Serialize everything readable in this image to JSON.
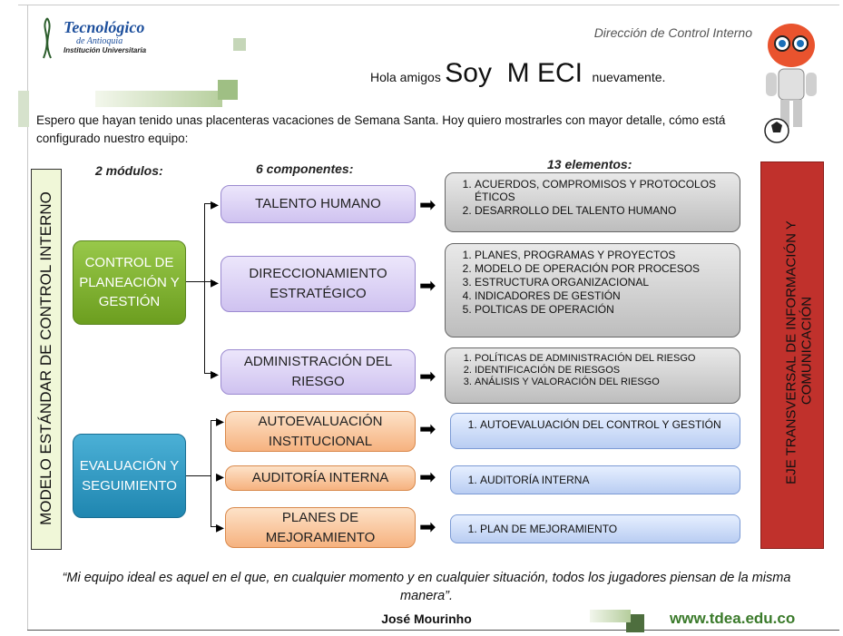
{
  "header": {
    "logo_line1": "Tecnológico",
    "logo_line2": "de Antioquia",
    "logo_line3": "Institución Universitaria",
    "department": "Dirección de Control Interno",
    "greeting_small": "Hola amigos",
    "greeting_big": "Soy  M ECI",
    "greeting_end": "nuevamente."
  },
  "intro": "Espero que hayan tenido unas placenteras vacaciones de Semana Santa. Hoy quiero mostrarles con mayor detalle, cómo está configurado nuestro equipo:",
  "columns": {
    "modules": "2 módulos:",
    "components": "6 componentes:",
    "elements": "13 elementos:"
  },
  "left_vertical": "MODELO ESTÁNDAR DE CONTROL INTERNO",
  "right_vertical_line1": "EJE TRANSVERSAL DE INFORMACIÓN Y",
  "right_vertical_line2": "COMUNICACIÓN",
  "modules": [
    {
      "label": "CONTROL DE PLANEACIÓN Y GESTIÓN",
      "color": "#7fb82a"
    },
    {
      "label": "EVALUACIÓN Y SEGUIMIENTO",
      "color": "#2a9bc4"
    }
  ],
  "components": [
    {
      "label": "TALENTO HUMANO"
    },
    {
      "label": "DIRECCIONAMIENTO ESTRATÉGICO"
    },
    {
      "label": "ADMINISTRACIÓN DEL RIESGO"
    },
    {
      "label": "AUTOEVALUACIÓN INSTITUCIONAL"
    },
    {
      "label": "AUDITORÍA INTERNA"
    },
    {
      "label": "PLANES DE MEJORAMIENTO"
    }
  ],
  "elements": {
    "talento": [
      "ACUERDOS, COMPROMISOS Y PROTOCOLOS ÉTICOS",
      "DESARROLLO DEL TALENTO HUMANO"
    ],
    "direccionamiento": [
      "PLANES, PROGRAMAS Y PROYECTOS",
      "MODELO DE OPERACIÓN POR PROCESOS",
      "ESTRUCTURA ORGANIZACIONAL",
      "INDICADORES DE GESTIÓN",
      "POLTICAS DE OPERACIÓN"
    ],
    "riesgo": [
      "POLÍTICAS DE ADMINISTRACIÓN DEL RIESGO",
      "IDENTIFICACIÓN DE RIESGOS",
      "ANÁLISIS Y VALORACIÓN DEL RIESGO"
    ],
    "autoevaluacion": [
      "AUTOEVALUACIÓN DEL CONTROL Y GESTIÓN"
    ],
    "auditoria": [
      "AUDITORÍA INTERNA"
    ],
    "planes": [
      "PLAN DE MEJORAMIENTO"
    ]
  },
  "quote": "“Mi equipo ideal es aquel en el que, en cualquier momento y en cualquier situación, todos los jugadores piensan de la misma manera”.",
  "quote_author": "José Mourinho",
  "website": "www.tdea.edu.co",
  "colors": {
    "right_bar": "#c0312c",
    "left_bar_border": "#2a2a2a",
    "site_green": "#3a7a2a"
  }
}
